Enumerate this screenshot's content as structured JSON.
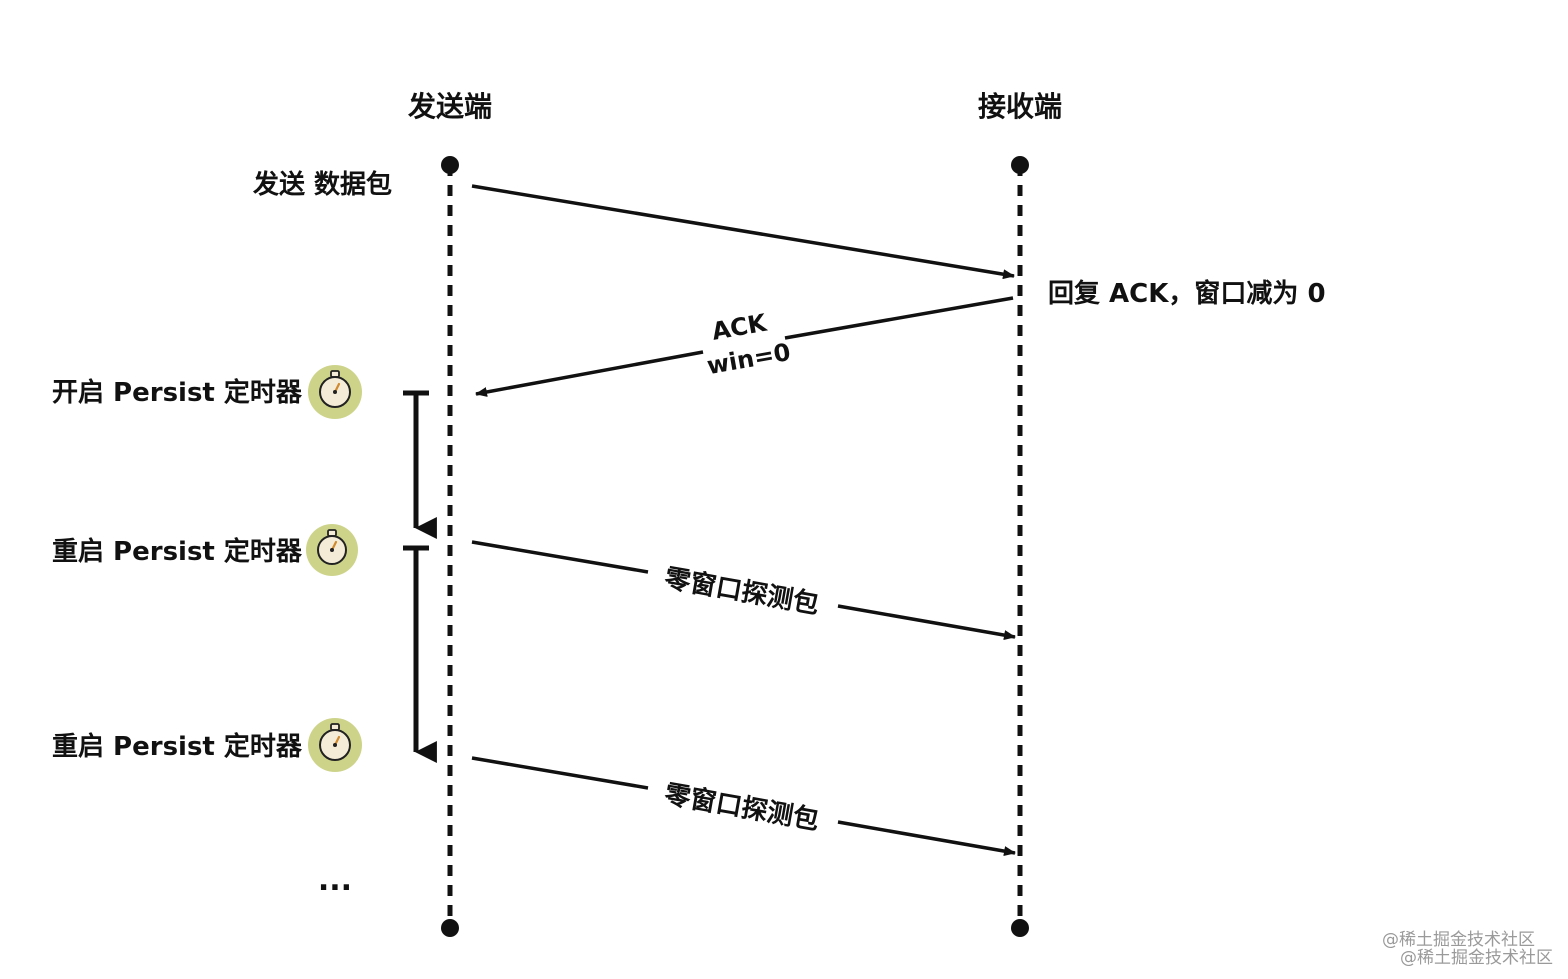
{
  "diagram": {
    "sender_title": "发送端",
    "receiver_title": "接收端",
    "send_data_label": "发送 数据包",
    "receiver_reply_label": "回复 ACK，窗口减为 0",
    "ack_message": {
      "line1": "ACK",
      "line2": "win=0"
    },
    "timer_events": [
      {
        "label": "开启 Persist 定时器",
        "icon": "stopwatch-icon"
      },
      {
        "label": "重启 Persist 定时器",
        "icon": "stopwatch-icon"
      },
      {
        "label": "重启 Persist 定时器",
        "icon": "stopwatch-icon"
      }
    ],
    "probe_label": "零窗口探测包",
    "continuation": "...",
    "watermark": [
      "@稀土掘金技术社区",
      "@稀土掘金技术社区"
    ]
  },
  "colors": {
    "line": "#111111",
    "timer_badge": "#cdd48a",
    "timer_face": "#f4ecd6",
    "watermark": "#9a9a9a"
  }
}
